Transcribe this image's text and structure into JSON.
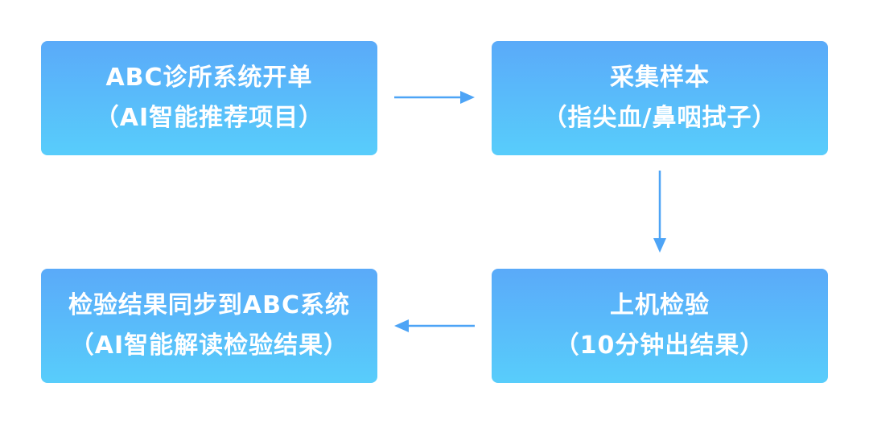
{
  "colors": {
    "box_gradient_top": "#5aaaf9",
    "box_gradient_bottom": "#58cdfb",
    "box_text": "#ffffff",
    "arrow": "#4da4f6"
  },
  "steps": [
    {
      "line1": "ABC诊所系统开单",
      "line2": "（AI智能推荐项目）"
    },
    {
      "line1": "采集样本",
      "line2": "（指尖血/鼻咽拭子）"
    },
    {
      "line1": "上机检验",
      "line2": "（10分钟出结果）"
    },
    {
      "line1": "检验结果同步到ABC系统",
      "line2": "（AI智能解读检验结果）"
    }
  ]
}
